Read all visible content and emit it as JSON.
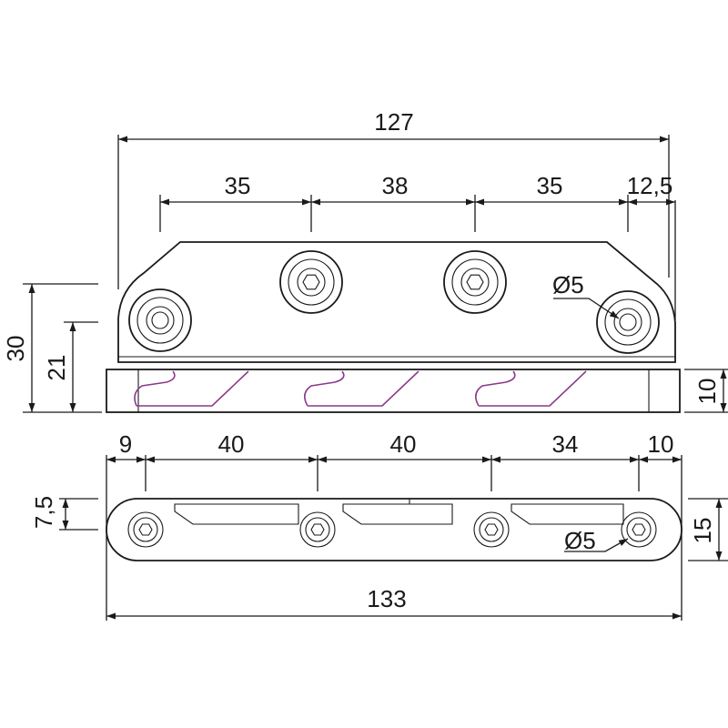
{
  "colors": {
    "line": "#1a1a1a",
    "accent": "#8a3a8a",
    "background": "#ffffff"
  },
  "top_view": {
    "overall_width": "127",
    "spacing_1": "35",
    "spacing_2": "38",
    "spacing_3": "35",
    "end_offset": "12,5",
    "total_height": "30",
    "hole_height": "21",
    "base_height": "10",
    "hole_diameter": "Ø5"
  },
  "bottom_view": {
    "left_offset": "9",
    "spacing_1": "40",
    "spacing_2": "40",
    "spacing_3": "34",
    "right_offset": "10",
    "slot_offset": "7,5",
    "plate_height": "15",
    "overall_length": "133",
    "hole_diameter": "Ø5"
  }
}
